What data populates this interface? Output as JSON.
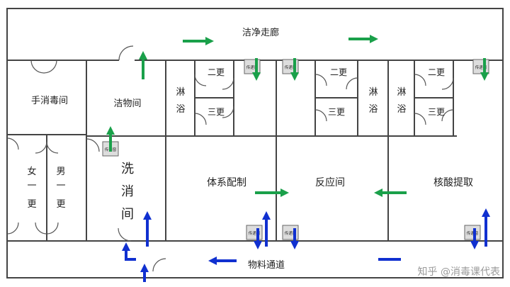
{
  "rooms": {
    "clean_corridor": "洁净走廊",
    "hand_disinfection": "手消毒间",
    "cleaning_room": "洁物间",
    "shower_left_1": "淋",
    "shower_left_2": "浴",
    "second_change_left": "二更",
    "third_change_left": "三更",
    "second_change_mid": "二更",
    "third_change_mid": "三更",
    "shower_mid_1": "淋",
    "shower_mid_2": "浴",
    "shower_right_1": "淋",
    "shower_right_2": "浴",
    "second_change_right": "二更",
    "third_change_right": "三更",
    "female_1": "女",
    "female_2": "一",
    "female_3": "更",
    "male_1": "男",
    "male_2": "一",
    "male_3": "更",
    "wash_disinfect_1": "洗",
    "wash_disinfect_2": "消",
    "wash_disinfect_3": "间",
    "reagent_prep": "体系配制",
    "reaction_room": "反应间",
    "nucleic_extraction": "核酸提取",
    "material_channel": "物料通道"
  },
  "pass_box_label": "传递窗",
  "watermark": "知乎 @消毒课代表",
  "colors": {
    "wall": "#444444",
    "clean_flow": "#1aa04a",
    "material_flow": "#1030d0",
    "pass_box": "#dddddd",
    "watermark": "#9a9a9a"
  }
}
